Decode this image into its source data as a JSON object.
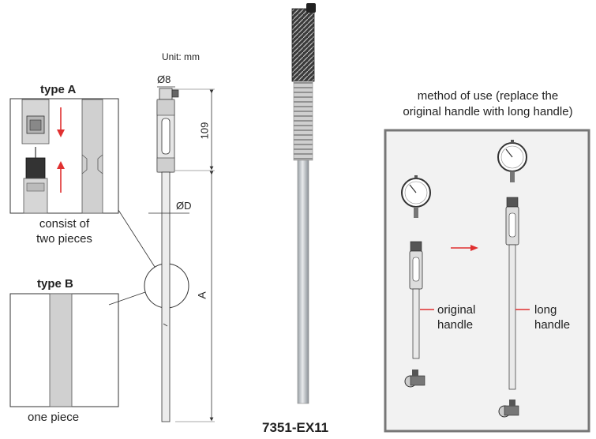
{
  "unit_label": "Unit: mm",
  "type_a": {
    "title": "type A",
    "caption_line1": "consist of",
    "caption_line2": "two pieces"
  },
  "type_b": {
    "title": "type B",
    "caption": "one piece"
  },
  "dimensions": {
    "tip_diameter": "Ø8",
    "handle_length": "109",
    "rod_diameter": "ØD",
    "total_length": "A"
  },
  "model_number": "7351-EX11",
  "method": {
    "title_line1": "method of use (replace the",
    "title_line2": "original handle with long handle)",
    "original_line1": "original",
    "original_line2": "handle",
    "long_line1": "long",
    "long_line2": "handle"
  },
  "colors": {
    "arrow_red": "#e03030",
    "panel_border": "#777777",
    "panel_fill": "#f2f2f2",
    "rod_gray": "#d0d0d0"
  }
}
